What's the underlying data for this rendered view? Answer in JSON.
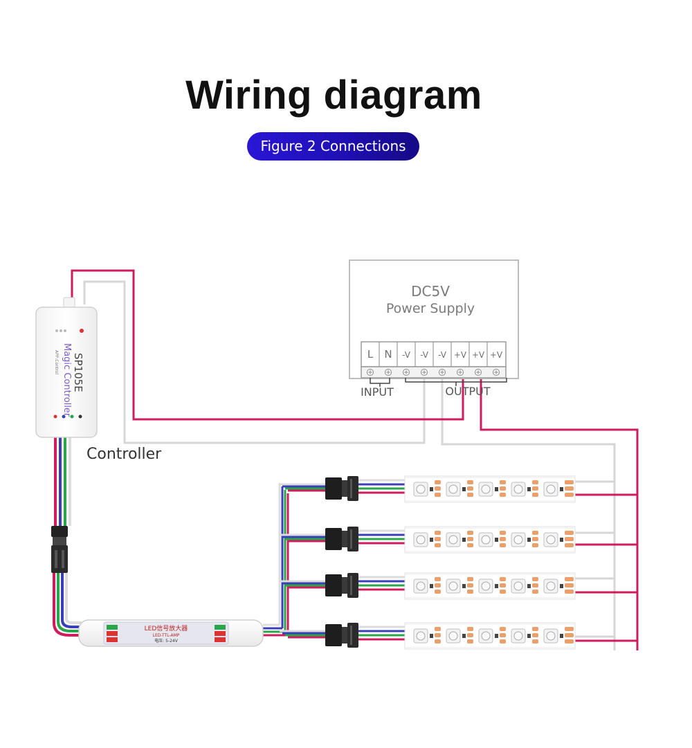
{
  "header": {
    "title": "Wiring diagram",
    "badge": "Figure 2 Connections"
  },
  "power_supply": {
    "line1": "DC5V",
    "line2": "Power Supply",
    "terminals": [
      "L",
      "N",
      "-V",
      "-V",
      "-V",
      "+V",
      "+V",
      "+V"
    ],
    "input_label": "INPUT",
    "output_label": "OUTPUT"
  },
  "controller": {
    "label": "Controller",
    "model": "SP105E",
    "brand": "Magic Controller",
    "app_label": "APP:Control"
  },
  "amplifier": {
    "title": "LED信号放大器",
    "subtitle": "LED-TTL-AMP",
    "voltage": "电压: 5-24V"
  },
  "colors": {
    "red_wire": "#cf1c5c",
    "power_wire": "#d8d8d8",
    "green_wire": "#2aa54a",
    "blue_wire": "#3a3fb8",
    "led_pad": "#e9a06a",
    "badge_start": "#2a16d6",
    "badge_end": "#150a86"
  },
  "icons": {
    "connector": "jst-connector-icon",
    "led_chip": "led-chip-icon"
  }
}
